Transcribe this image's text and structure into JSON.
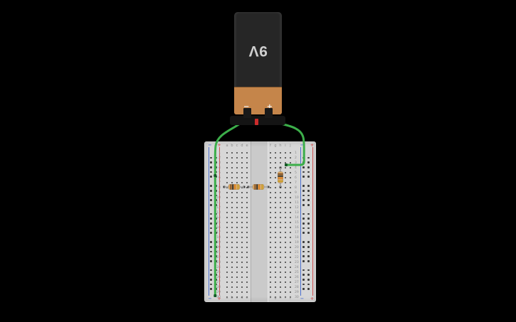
{
  "canvas": {
    "background": "#000000"
  },
  "battery": {
    "label": "9V",
    "terminal_negative": "−",
    "terminal_positive": "+",
    "colors": {
      "body": "#262626",
      "band": "#c5854a",
      "clip": "#141414",
      "stub": "#cc2b2b",
      "text": "#cfcfcf"
    }
  },
  "breadboard": {
    "rows": 30,
    "column_letters_left": [
      "a",
      "b",
      "c",
      "d",
      "e"
    ],
    "column_letters_right": [
      "f",
      "g",
      "h",
      "i",
      "j"
    ],
    "rail_labels": {
      "negative": "−",
      "positive": "+"
    },
    "colors": {
      "body": "#d7d7d7",
      "hole": "#3b3b3b",
      "text": "#8c8c8c",
      "negative_line": "#4a6fd0",
      "positive_line": "#d05050"
    }
  },
  "wires": {
    "color": "#3cae4a",
    "junction_color": "#145a26"
  },
  "resistors": {
    "count": 3,
    "lead_color": "#a0a0a0",
    "body_color": "#d9a662",
    "band_colors": [
      "#7a4a21",
      "#232323",
      "#d97a1c",
      "#c8a02a"
    ]
  }
}
